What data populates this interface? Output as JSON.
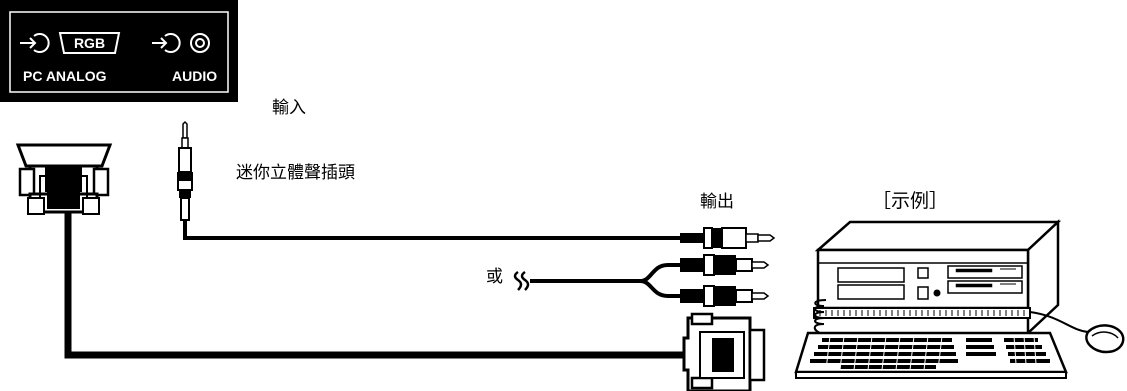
{
  "panel": {
    "rgb_label": "RGB",
    "pc_analog_label": "PC ANALOG",
    "audio_label": "AUDIO",
    "input_icon": "input-arrow-icon",
    "audio_jack_icon": "audio-jack-icon"
  },
  "labels": {
    "input": "輸入",
    "mini_plug": "迷你立體聲插頭",
    "output": "輸出",
    "example": "［示例］",
    "or": "或"
  },
  "colors": {
    "panel_bg": "#000000",
    "panel_text": "#ffffff",
    "line": "#000000",
    "background": "#ffffff"
  }
}
